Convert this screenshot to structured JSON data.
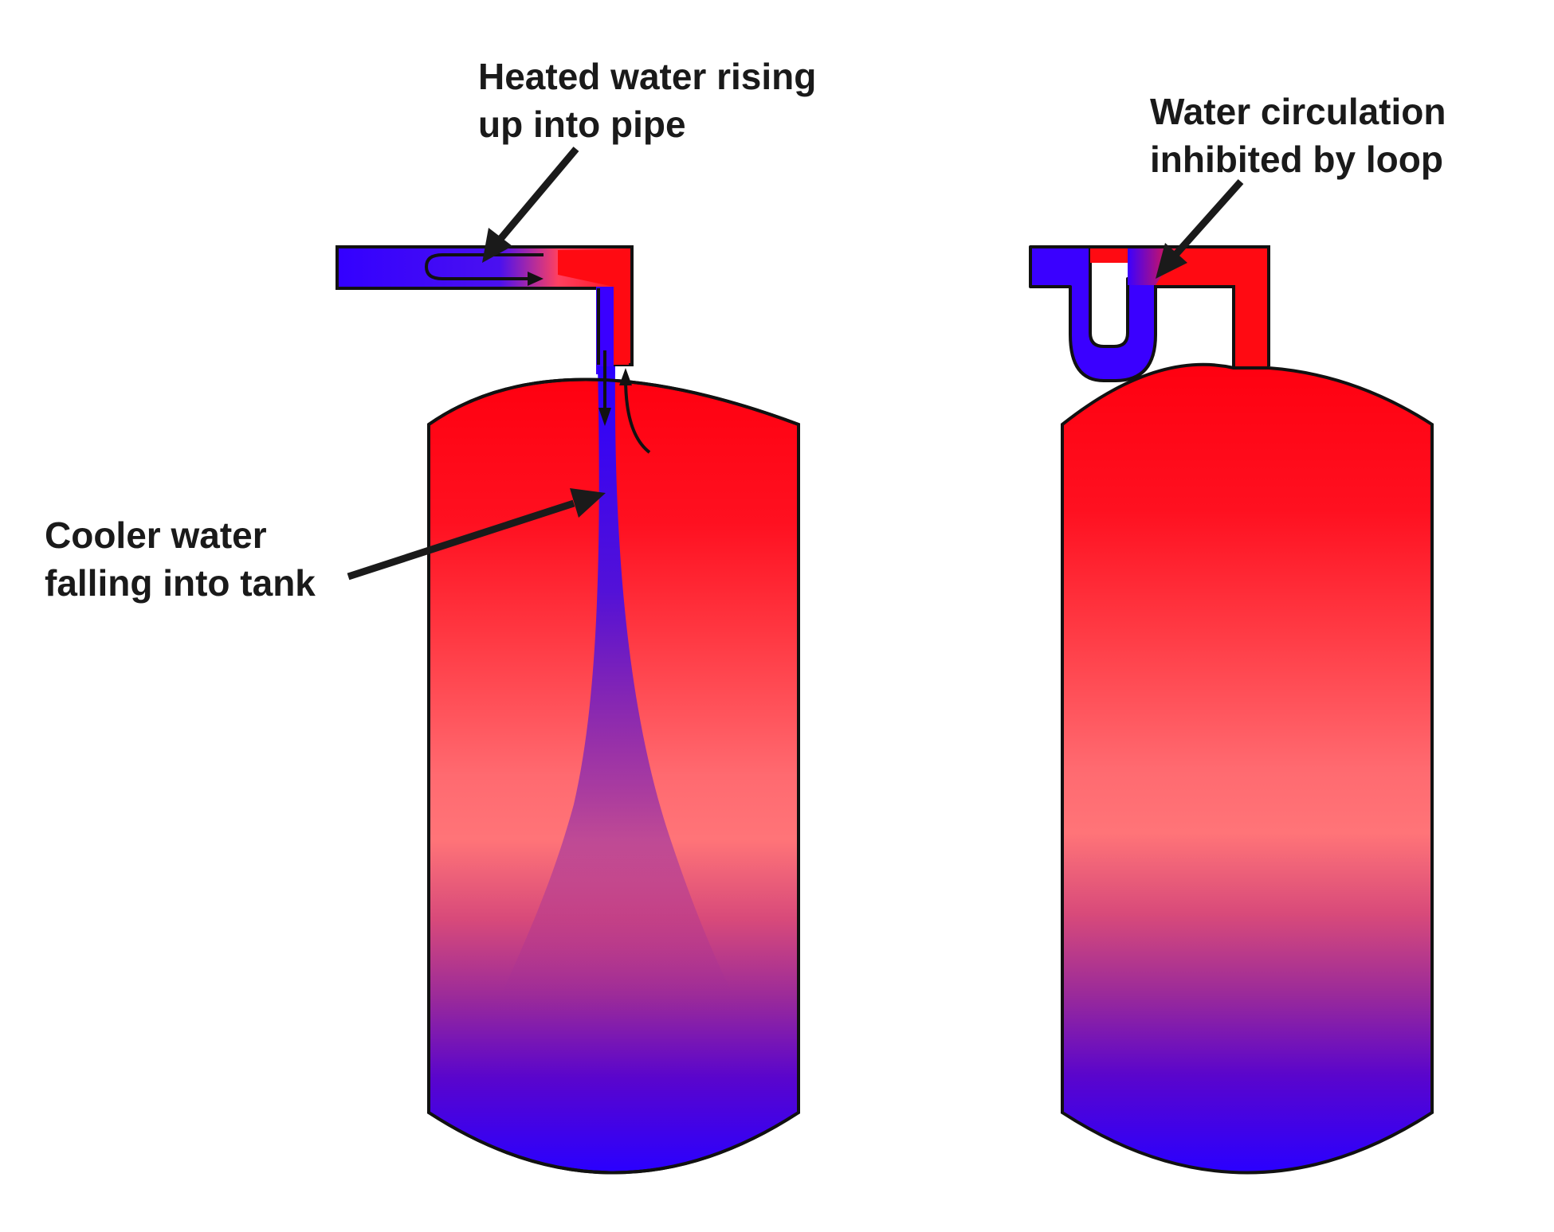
{
  "annotations": {
    "heated_water": {
      "line1": "Heated water rising",
      "line2": "up into pipe"
    },
    "cooler_water": {
      "line1": "Cooler water",
      "line2": "falling into tank"
    },
    "loop": {
      "line1": "Water circulation",
      "line2": "inhibited by loop"
    }
  },
  "colors": {
    "hot": "#ff0a12",
    "warm": "#ff6a6e",
    "cool": "#8a2aa0",
    "cold": "#3300ff",
    "outline": "#111111",
    "arrow": "#1a1a1a"
  }
}
